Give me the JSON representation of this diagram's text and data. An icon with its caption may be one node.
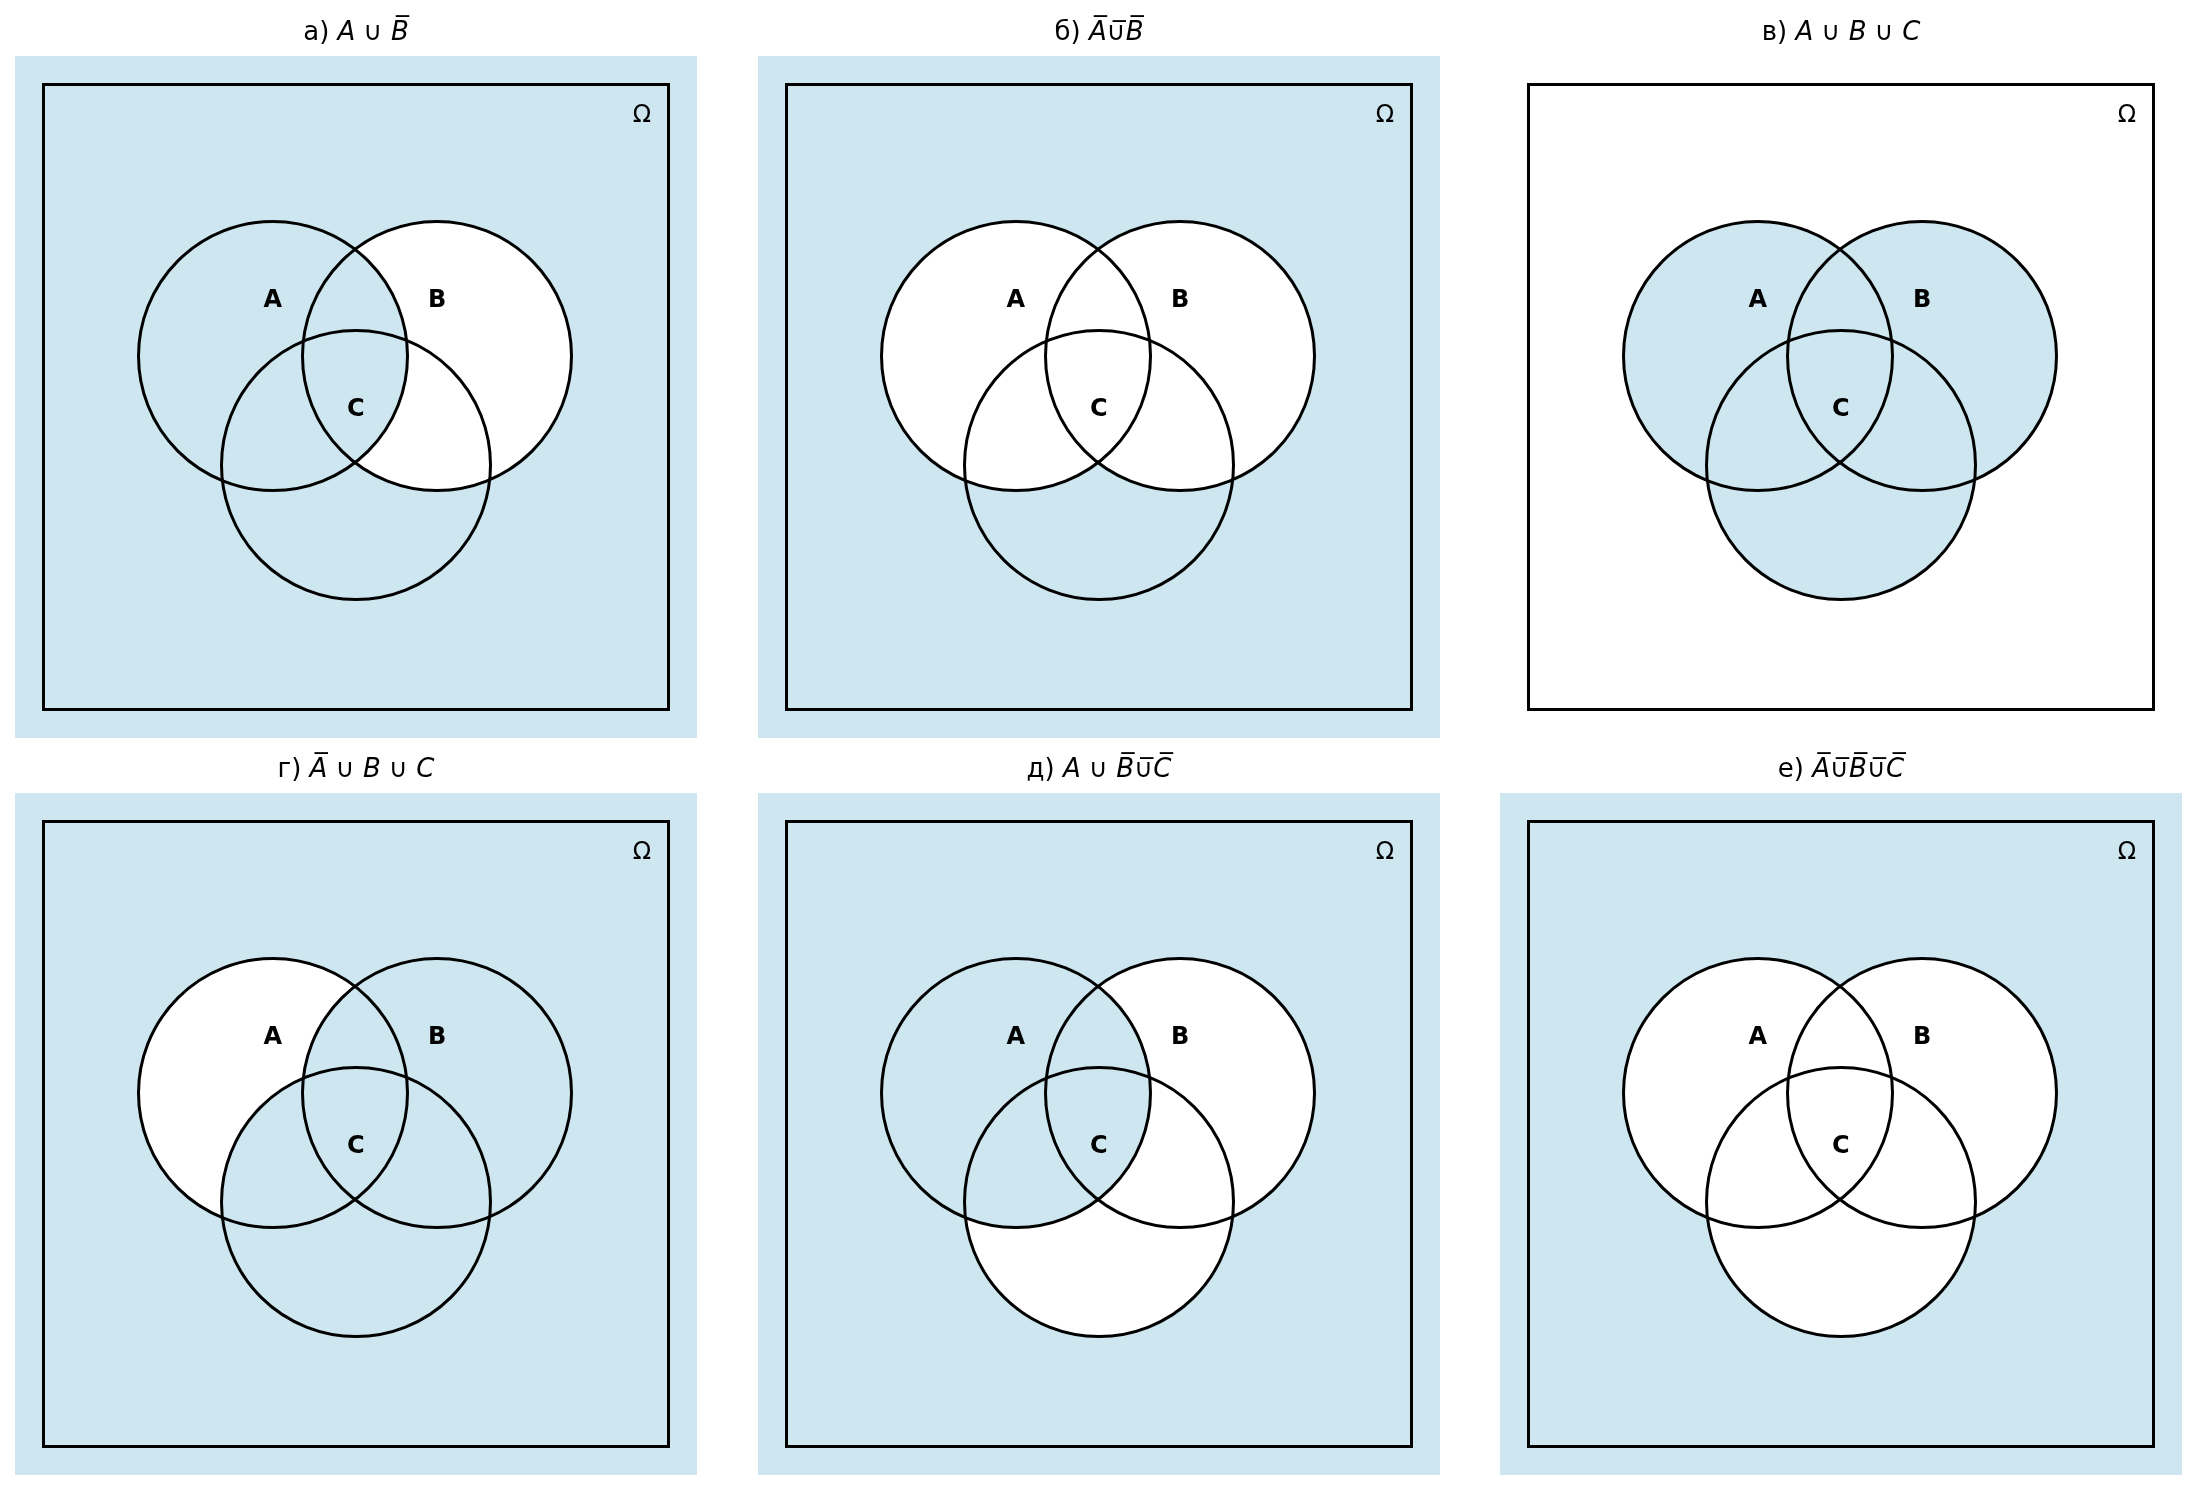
{
  "diagram": {
    "nodes": [
      {
        "text": [
          "а) *A* ∪ *B̅*"
        ]
      },
      {
        "text": [
          "Ω"
        ],
        "in": 0
      },
      {
        "text": [
          "A"
        ],
        "in": 1
      },
      {
        "text": [
          "B"
        ],
        "in": 1
      },
      {
        "text": [
          "C"
        ],
        "in": 1
      },
      {
        "text": [
          "б) *A̅*∪̅*B̅*"
        ]
      },
      {
        "text": [
          "Ω"
        ],
        "in": 5
      },
      {
        "text": [
          "A"
        ],
        "in": 6
      },
      {
        "text": [
          "B"
        ],
        "in": 6
      },
      {
        "text": [
          "C"
        ],
        "in": 6
      },
      {
        "text": [
          "в) *A* ∪ *B* ∪ *C*"
        ]
      },
      {
        "text": [
          "Ω"
        ],
        "in": 10
      },
      {
        "text": [
          "A"
        ],
        "in": 11
      },
      {
        "text": [
          "B"
        ],
        "in": 11
      },
      {
        "text": [
          "C"
        ],
        "in": 11
      },
      {
        "text": [
          "г) *A̅* ∪ *B* ∪ *C*"
        ]
      },
      {
        "text": [
          "Ω"
        ],
        "in": 15
      },
      {
        "text": [
          "A"
        ],
        "in": 16
      },
      {
        "text": [
          "B"
        ],
        "in": 16
      },
      {
        "text": [
          "C"
        ],
        "in": 16
      },
      {
        "text": [
          "д) *A* ∪ *B̅*∪̅*C̅*"
        ]
      },
      {
        "text": [
          "Ω"
        ],
        "in": 20
      },
      {
        "text": [
          "A"
        ],
        "in": 21
      },
      {
        "text": [
          "B"
        ],
        "in": 21
      },
      {
        "text": [
          "C"
        ],
        "in": 21
      },
      {
        "text": [
          "е) *A̅*∪̅*B̅*∪̅*C̅*"
        ]
      },
      {
        "text": [
          "Ω"
        ],
        "in": 25
      },
      {
        "text": [
          "A"
        ],
        "in": 26
      },
      {
        "text": [
          "B"
        ],
        "in": 26
      },
      {
        "text": [
          "C"
        ],
        "in": 26
      }
    ]
  }
}
